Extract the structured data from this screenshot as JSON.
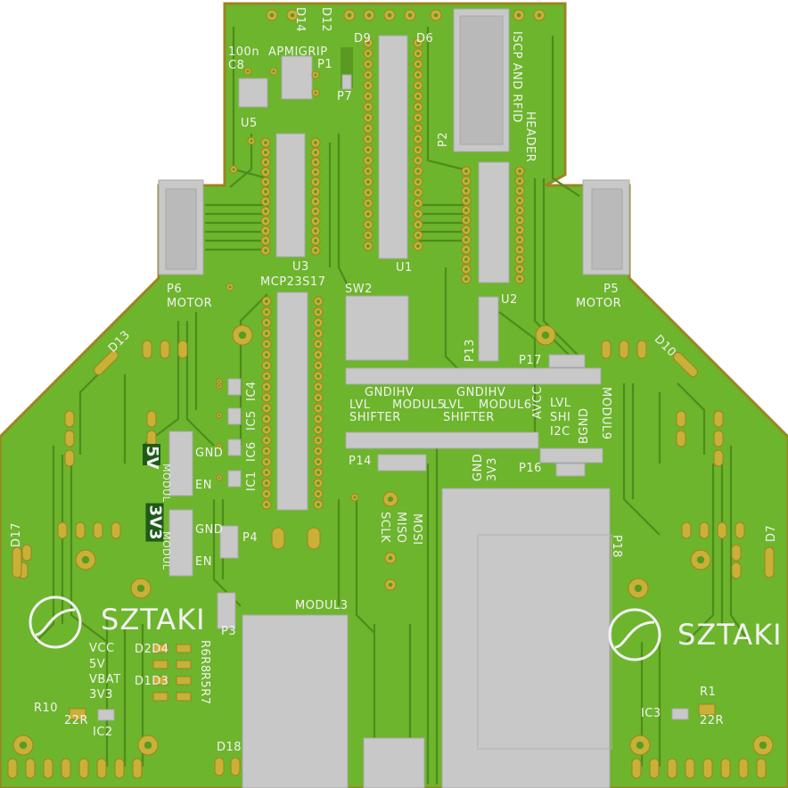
{
  "pcb": {
    "colors": {
      "mask": "#6db52d",
      "mask_dark": "#5a9a22",
      "trace": "#4d8c1c",
      "pad": "#c9b037",
      "pad_dark": "#9c8420",
      "ic_body": "#c8c8c8",
      "ic_edge": "#a8a8a8",
      "silk": "#f2f2f2"
    },
    "labels": {
      "d14": "D14",
      "d12": "D12",
      "d9": "D9",
      "d6": "D6",
      "c8_val": "100n",
      "c8": "C8",
      "apm": "APMIGRIP",
      "p1": "P1",
      "p7": "P7",
      "u5": "U5",
      "p2": "P2",
      "isp": "ISCP AND RFID",
      "header": "HEADER",
      "u3": "U3",
      "mcp": "MCP23S17",
      "u1": "U1",
      "u2": "U2",
      "p6": "P6",
      "motor_l": "MOTOR",
      "p5": "P5",
      "motor_r": "MOTOR",
      "sw2": "SW2",
      "p13": "P13",
      "p17": "P17",
      "d13": "D13",
      "d10": "D10",
      "gndhv1": "GNDIHV",
      "lvl1": "LVL",
      "modul5": "MODUL5",
      "shifter1": "SHIFTER",
      "gndhv2": "GNDIHV",
      "lvl2": "LVL",
      "modul6": "MODUL6",
      "shifter2": "SHIFTER",
      "avcc": "AVCC",
      "lvl3": "LVL",
      "shi": "SHI",
      "i2c": "I2C",
      "bgnd": "BGND",
      "modul9": "MODUL9",
      "ic4": "IC4",
      "ic5": "IC5",
      "ic6": "IC6",
      "ic1": "IC1",
      "badge_5v": "5V",
      "badge_3v3": "3V3",
      "modul_a": "MODUL",
      "modul_b": "MODUL",
      "gnd_a": "GND",
      "en_a": "EN",
      "gnd_b": "GND",
      "en_b": "EN",
      "p14": "P14",
      "p16": "P16",
      "p4": "P4",
      "p3": "P3",
      "gnd_r": "GND",
      "v3v3_r": "3V3",
      "sclk": "SCLK",
      "miso": "MISO",
      "mosi": "MOSI",
      "p18": "P18",
      "modul3": "MODUL3",
      "d17": "D17",
      "d7": "D7",
      "sztaki_l": "SZTAKI",
      "sztaki_r": "SZTAKI",
      "vcc": "VCC",
      "v5": "5V",
      "vbat": "VBAT",
      "v3v3": "3V3",
      "d2d4": "D2D4",
      "d1d3": "D1D3",
      "r6r8": "R6R8",
      "r5r7": "R5R7",
      "r10": "R10",
      "r10_val": "22R",
      "ic2": "IC2",
      "r1": "R1",
      "r1_val": "22R",
      "ic3": "IC3",
      "d18": "D18"
    }
  }
}
